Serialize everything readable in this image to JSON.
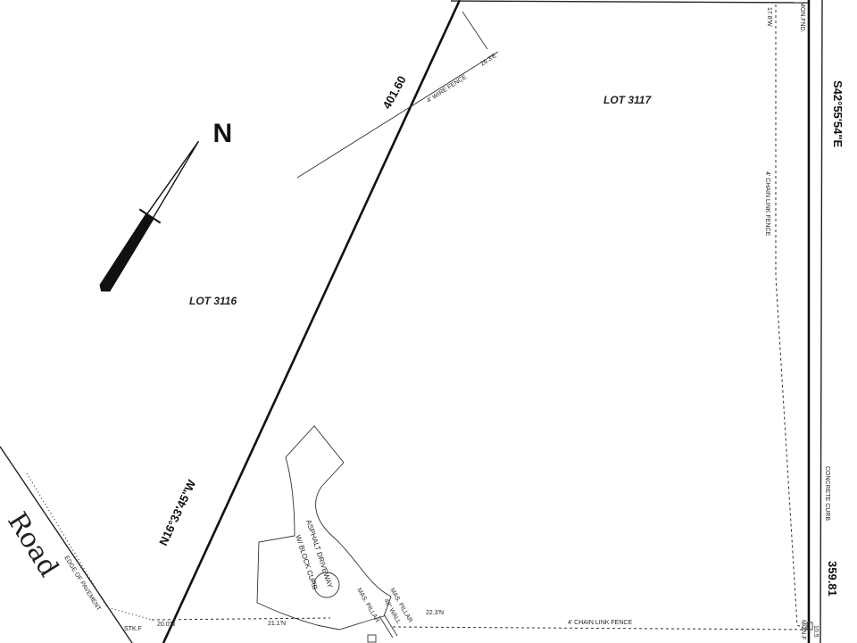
{
  "lots": {
    "lot_3117": "LOT 3117",
    "lot_3116": "LOT 3116"
  },
  "bearings": {
    "top_distance": "401.60",
    "left_bearing": "N16°33'45\"W",
    "right_bearing": "S42°55'54\"E",
    "right_distance": "359.81"
  },
  "labels": {
    "wire_fence": "4' WIRE FENCE",
    "wire_fence_offset": "26.3'E",
    "top_right_offset": "17.8'W",
    "mon_fnd_top": "MON.FND.",
    "chain_fence_right": "4' CHAIN LINK FENCE",
    "concrete_curb": "CONCRETE CURB",
    "chain_fence_bottom": "4' CHAIN LINK FENCE",
    "offset_223": "22.3'N",
    "offset_211": "21.1'N",
    "offset_200": "20.0'N",
    "stk": "STK.F",
    "edge_of_pavement": "EDGE OF PAVEMENT",
    "road": "Road",
    "driveway_1": "ASPHALT DRIVEWAY",
    "driveway_2": "W/ BLOCK CURB",
    "mas_pillar_1": "MAS. PILLAR",
    "mas_pillar_2": "MAS. PILLAR",
    "wall": "48\" WALL",
    "mon_fnd_bottom": "MON.F",
    "offset_105": "10.5"
  },
  "north_arrow": {
    "letter": "N"
  },
  "colors": {
    "ink": "#111111",
    "paper": "#ffffff"
  }
}
